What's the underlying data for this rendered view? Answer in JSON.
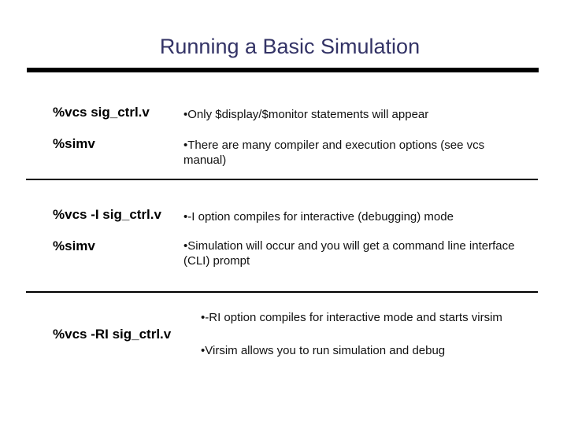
{
  "slide": {
    "title": "Running a Basic Simulation",
    "bullet_char": "•",
    "colors": {
      "title_text": "#333366",
      "rule": "#000000",
      "body_text": "#111111",
      "background": "#ffffff"
    },
    "sections": [
      {
        "rows": [
          {
            "command": "%vcs sig_ctrl.v",
            "bullet": "Only $display/$monitor statements will appear"
          },
          {
            "command": "%simv",
            "bullet": "There are many compiler and execution options (see vcs manual)"
          }
        ]
      },
      {
        "rows": [
          {
            "command": "%vcs -I sig_ctrl.v",
            "bullet": "-I option compiles for interactive (debugging) mode"
          },
          {
            "command": "%simv",
            "bullet": "Simulation will occur and you will get a command line interface (CLI) prompt"
          }
        ]
      },
      {
        "rows": [
          {
            "command": "%vcs -RI sig_ctrl.v",
            "bullet_top": "-RI option compiles for interactive mode and starts virsim",
            "bullet_bottom": "Virsim allows you to run simulation and debug"
          }
        ]
      }
    ]
  }
}
